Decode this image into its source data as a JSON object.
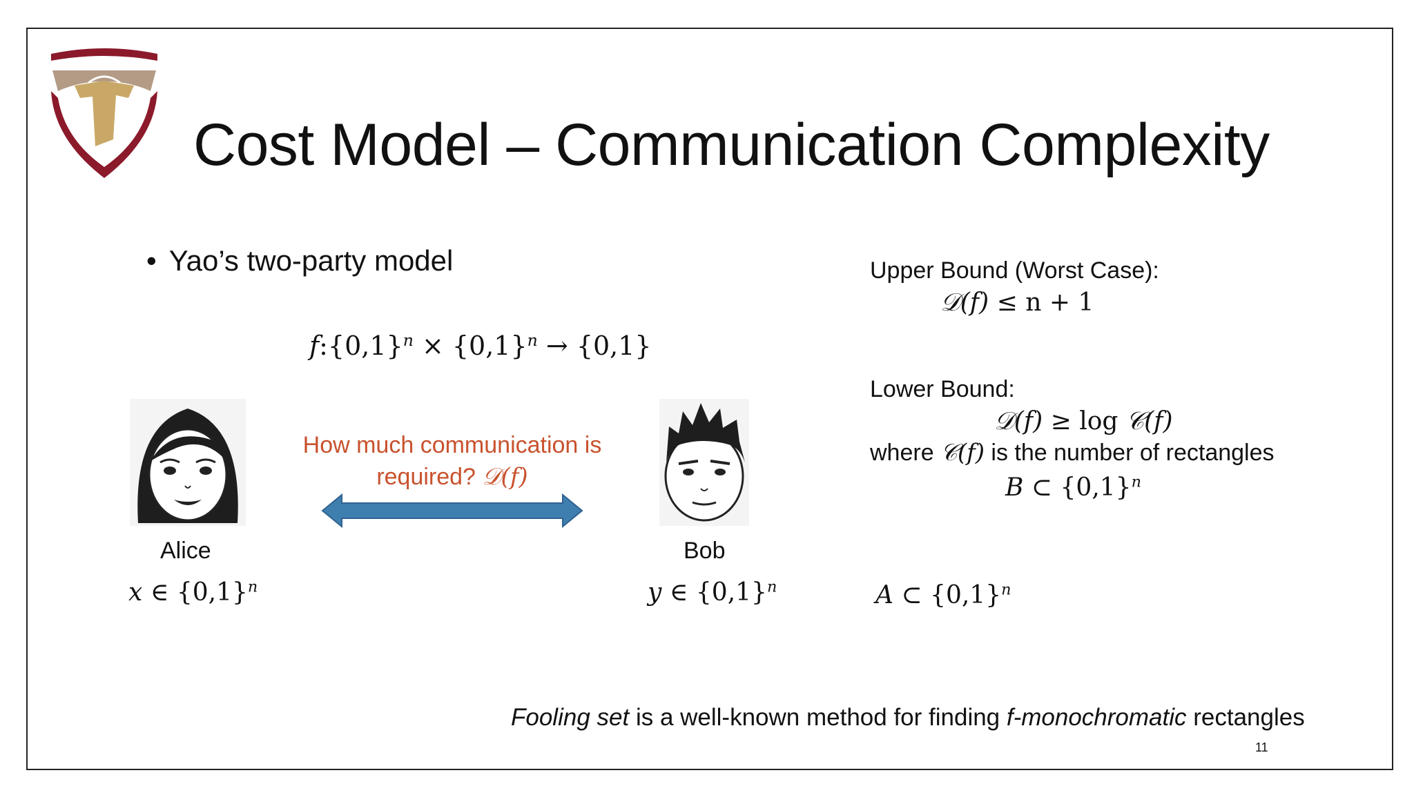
{
  "slide": {
    "title": "Cost Model – Communication Complexity",
    "bullet": "Yao’s two-party model",
    "function_def": {
      "f": "f",
      "colon": ":",
      "set1": "{0,1}",
      "exp": "n",
      "times": " × ",
      "set2": "{0,1}",
      "arrow": " → {0,1}"
    },
    "alice": {
      "name": "Alice",
      "var": "x",
      "in": " ∈ {0,1}",
      "exp": "n"
    },
    "bob": {
      "name": "Bob",
      "var": "y",
      "in": " ∈ {0,1}",
      "exp": "n"
    },
    "question": {
      "line1": "How much communication is",
      "line2_text": "required? ",
      "line2_math": "𝒟(f)"
    },
    "upper_bound": {
      "label": "Upper Bound (Worst Case):",
      "formula_lhs": "𝒟(f)",
      "formula_rhs": " ≤ n + 1"
    },
    "lower_bound": {
      "label": "Lower Bound:",
      "formula_lhs": "𝒟(f)",
      "formula_mid": " ≥ log ",
      "formula_rhs": "𝒞(f)",
      "where_prefix": "where ",
      "where_math": "𝒞(f)",
      "where_suffix": " is the number of rectangles",
      "b_set": "B",
      "b_rest": " ⊂ {0,1}",
      "b_exp": "n"
    },
    "a_set": {
      "var": "A",
      "rest": " ⊂ {0,1}",
      "exp": "n"
    },
    "footer": {
      "part1_italic": "Fooling set",
      "part2": " is a well-known method for finding ",
      "part3_italic": "f-monochromatic",
      "part4": " rectangles"
    },
    "page_number": "11",
    "colors": {
      "accent_red": "#c8522d",
      "arrow_blue": "#3f7fb0",
      "logo_maroon": "#8b1a2b",
      "logo_gold": "#c9a867"
    }
  }
}
